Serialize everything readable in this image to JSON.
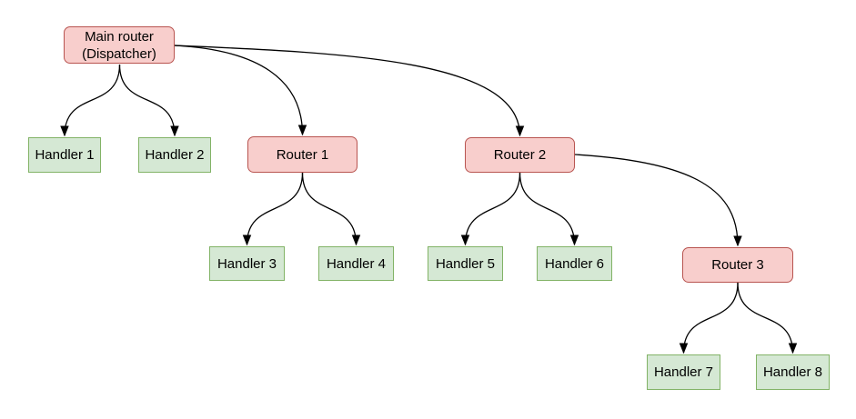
{
  "diagram": {
    "background_color": "#ffffff",
    "edge_color": "#000000",
    "node_styles": {
      "router": {
        "fill": "#f8cecc",
        "border": "#b85450"
      },
      "handler": {
        "fill": "#d5e8d4",
        "border": "#82b366"
      }
    },
    "nodes": {
      "main_router": {
        "type": "router",
        "line1": "Main router",
        "line2": "(Dispatcher)"
      },
      "handler_1": {
        "type": "handler",
        "label": "Handler 1"
      },
      "handler_2": {
        "type": "handler",
        "label": "Handler 2"
      },
      "router_1": {
        "type": "router",
        "label": "Router 1"
      },
      "router_2": {
        "type": "router",
        "label": "Router 2"
      },
      "handler_3": {
        "type": "handler",
        "label": "Handler 3"
      },
      "handler_4": {
        "type": "handler",
        "label": "Handler 4"
      },
      "handler_5": {
        "type": "handler",
        "label": "Handler 5"
      },
      "handler_6": {
        "type": "handler",
        "label": "Handler 6"
      },
      "router_3": {
        "type": "router",
        "label": "Router 3"
      },
      "handler_7": {
        "type": "handler",
        "label": "Handler 7"
      },
      "handler_8": {
        "type": "handler",
        "label": "Handler 8"
      }
    },
    "edges": [
      {
        "from": "main_router",
        "to": "handler_1"
      },
      {
        "from": "main_router",
        "to": "handler_2"
      },
      {
        "from": "main_router",
        "to": "router_1"
      },
      {
        "from": "main_router",
        "to": "router_2"
      },
      {
        "from": "router_1",
        "to": "handler_3"
      },
      {
        "from": "router_1",
        "to": "handler_4"
      },
      {
        "from": "router_2",
        "to": "handler_5"
      },
      {
        "from": "router_2",
        "to": "handler_6"
      },
      {
        "from": "router_2",
        "to": "router_3"
      },
      {
        "from": "router_3",
        "to": "handler_7"
      },
      {
        "from": "router_3",
        "to": "handler_8"
      }
    ]
  }
}
